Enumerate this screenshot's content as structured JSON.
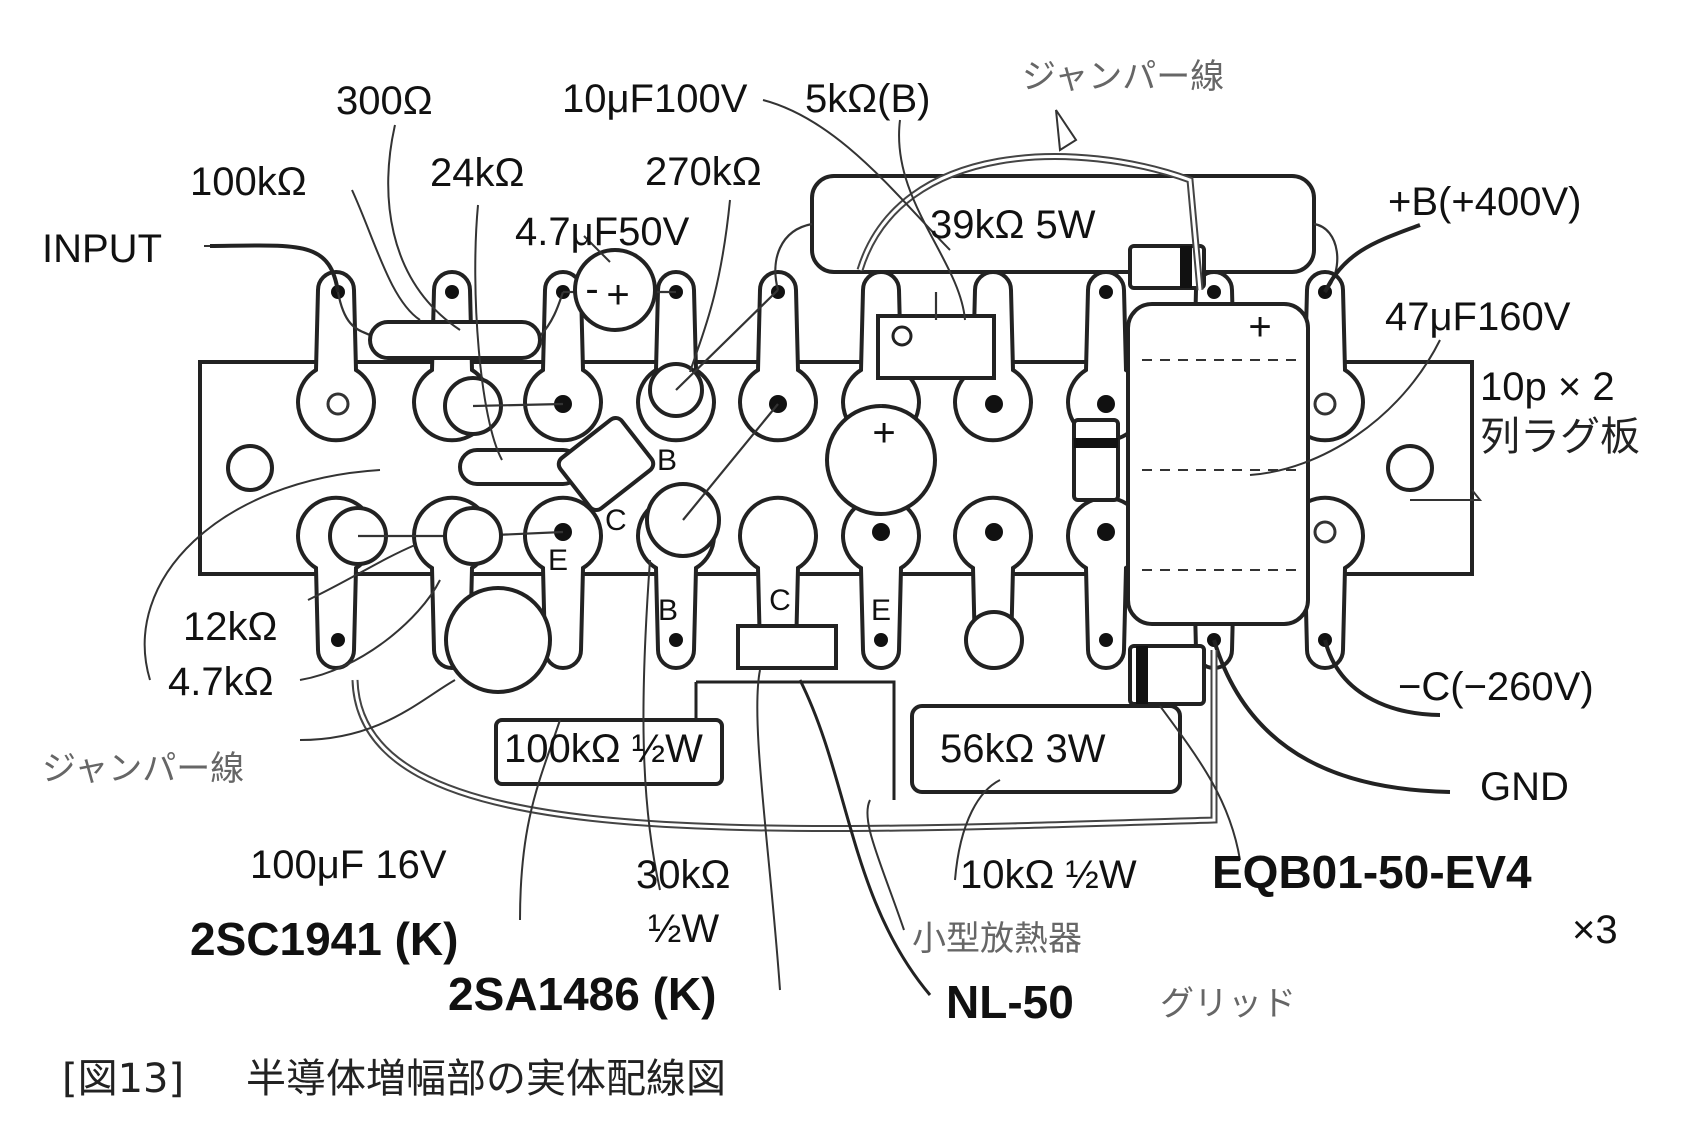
{
  "diagram": {
    "labels": {
      "input": "INPUT",
      "r_100k": "100kΩ",
      "r_300": "300Ω",
      "r_24k": "24kΩ",
      "c_10u": "10μF100V",
      "vr_5k": "5kΩ(B)",
      "jumper_top": "ジャンパー線",
      "r_270k": "270kΩ",
      "c_4_7u": "4.7μF50V",
      "r_39k": "39kΩ  5W",
      "plus_b": "+B(+400V)",
      "c_47u": "47μF160V",
      "lug_board_1": "10p × 2",
      "lug_board_2": "列ラグ板",
      "r_12k": "12kΩ",
      "r_4_7k": "4.7kΩ",
      "jumper_left": "ジャンパー線",
      "r_100k_half": "100kΩ ½W",
      "r_56k": "56kΩ  3W",
      "minus_c": "−C(−260V)",
      "gnd": "GND",
      "c_100u": "100μF 16V",
      "q_2sc1941": "2SC1941 (K)",
      "r_30k": "30kΩ",
      "r_30k_w": "½W",
      "r_10k": "10kΩ ½W",
      "diode": "EQB01-50-EV4",
      "diode_qty": "×3",
      "heatsink": "小型放熱器",
      "q_2sa1486": "2SA1486 (K)",
      "nl50": "NL-50",
      "grid": "グリッド",
      "pin_b1": "B",
      "pin_c1": "C",
      "pin_e1": "E",
      "pin_b2": "B",
      "pin_c2": "C",
      "pin_e2": "E",
      "plus_47u": "+",
      "plus_4_7u": "+",
      "plus_100u": "+"
    },
    "caption": {
      "figure": "[図13]",
      "title": "半導体増幅部の実体配線図"
    }
  }
}
